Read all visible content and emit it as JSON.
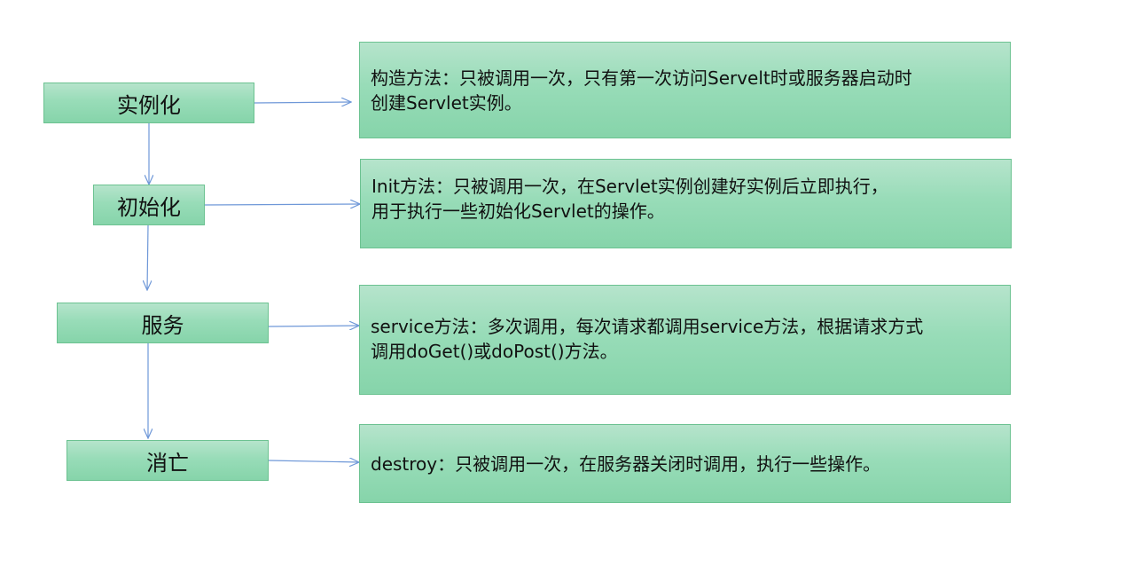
{
  "stages": [
    {
      "label": "实例化"
    },
    {
      "label": "初始化"
    },
    {
      "label": "服务"
    },
    {
      "label": "消亡"
    }
  ],
  "descriptions": [
    {
      "lines": [
        "构造方法：只被调用一次，只有第一次访问Servelt时或服务器启动时",
        "创建Servlet实例。"
      ]
    },
    {
      "lines": [
        "Init方法：只被调用一次，在Servlet实例创建好实例后立即执行，",
        "用于执行一些初始化Servlet的操作。"
      ]
    },
    {
      "lines": [
        "service方法：多次调用，每次请求都调用service方法，根据请求方式",
        "调用doGet()或doPost()方法。"
      ]
    },
    {
      "lines": [
        "destroy：只被调用一次，在服务器关闭时调用，执行一些操作。"
      ]
    }
  ],
  "colors": {
    "box_fill": "#98dcb8",
    "box_border": "#6cc291",
    "arrow": "#6f98d8"
  }
}
